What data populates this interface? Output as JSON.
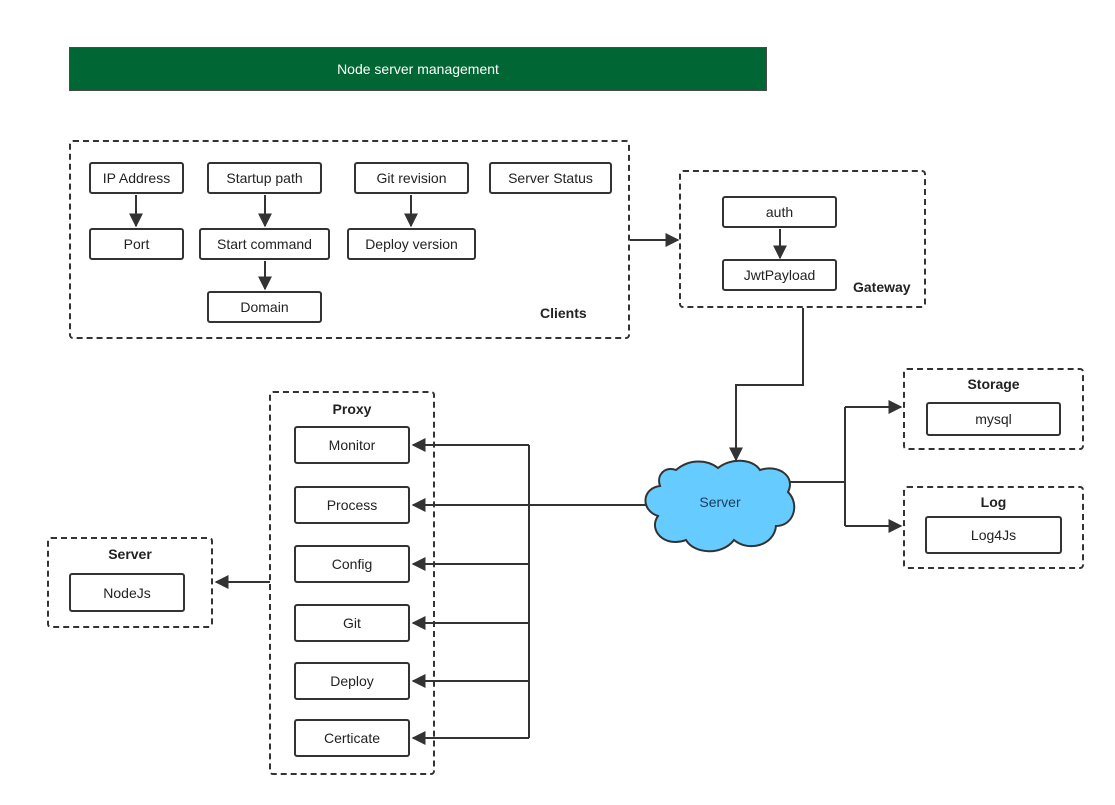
{
  "title": "Node server management",
  "colors": {
    "banner_bg": "#006633",
    "banner_text": "#ffffff",
    "cloud_fill": "#66ccff",
    "stroke": "#333333"
  },
  "groups": {
    "clients": "Clients",
    "gateway": "Gateway",
    "storage": "Storage",
    "log": "Log",
    "proxy": "Proxy",
    "server": "Server"
  },
  "nodes": {
    "ip_address": "IP Address",
    "startup_path": "Startup path",
    "git_revision": "Git revision",
    "server_status": "Server Status",
    "port": "Port",
    "start_command": "Start command",
    "deploy_version": "Deploy version",
    "domain": "Domain",
    "auth": "auth",
    "jwt_payload": "JwtPayload",
    "mysql": "mysql",
    "log4js": "Log4Js",
    "server_cloud": "Server",
    "monitor": "Monitor",
    "process": "Process",
    "config": "Config",
    "git": "Git",
    "deploy": "Deploy",
    "certificate": "Certicate",
    "nodejs": "NodeJs"
  }
}
